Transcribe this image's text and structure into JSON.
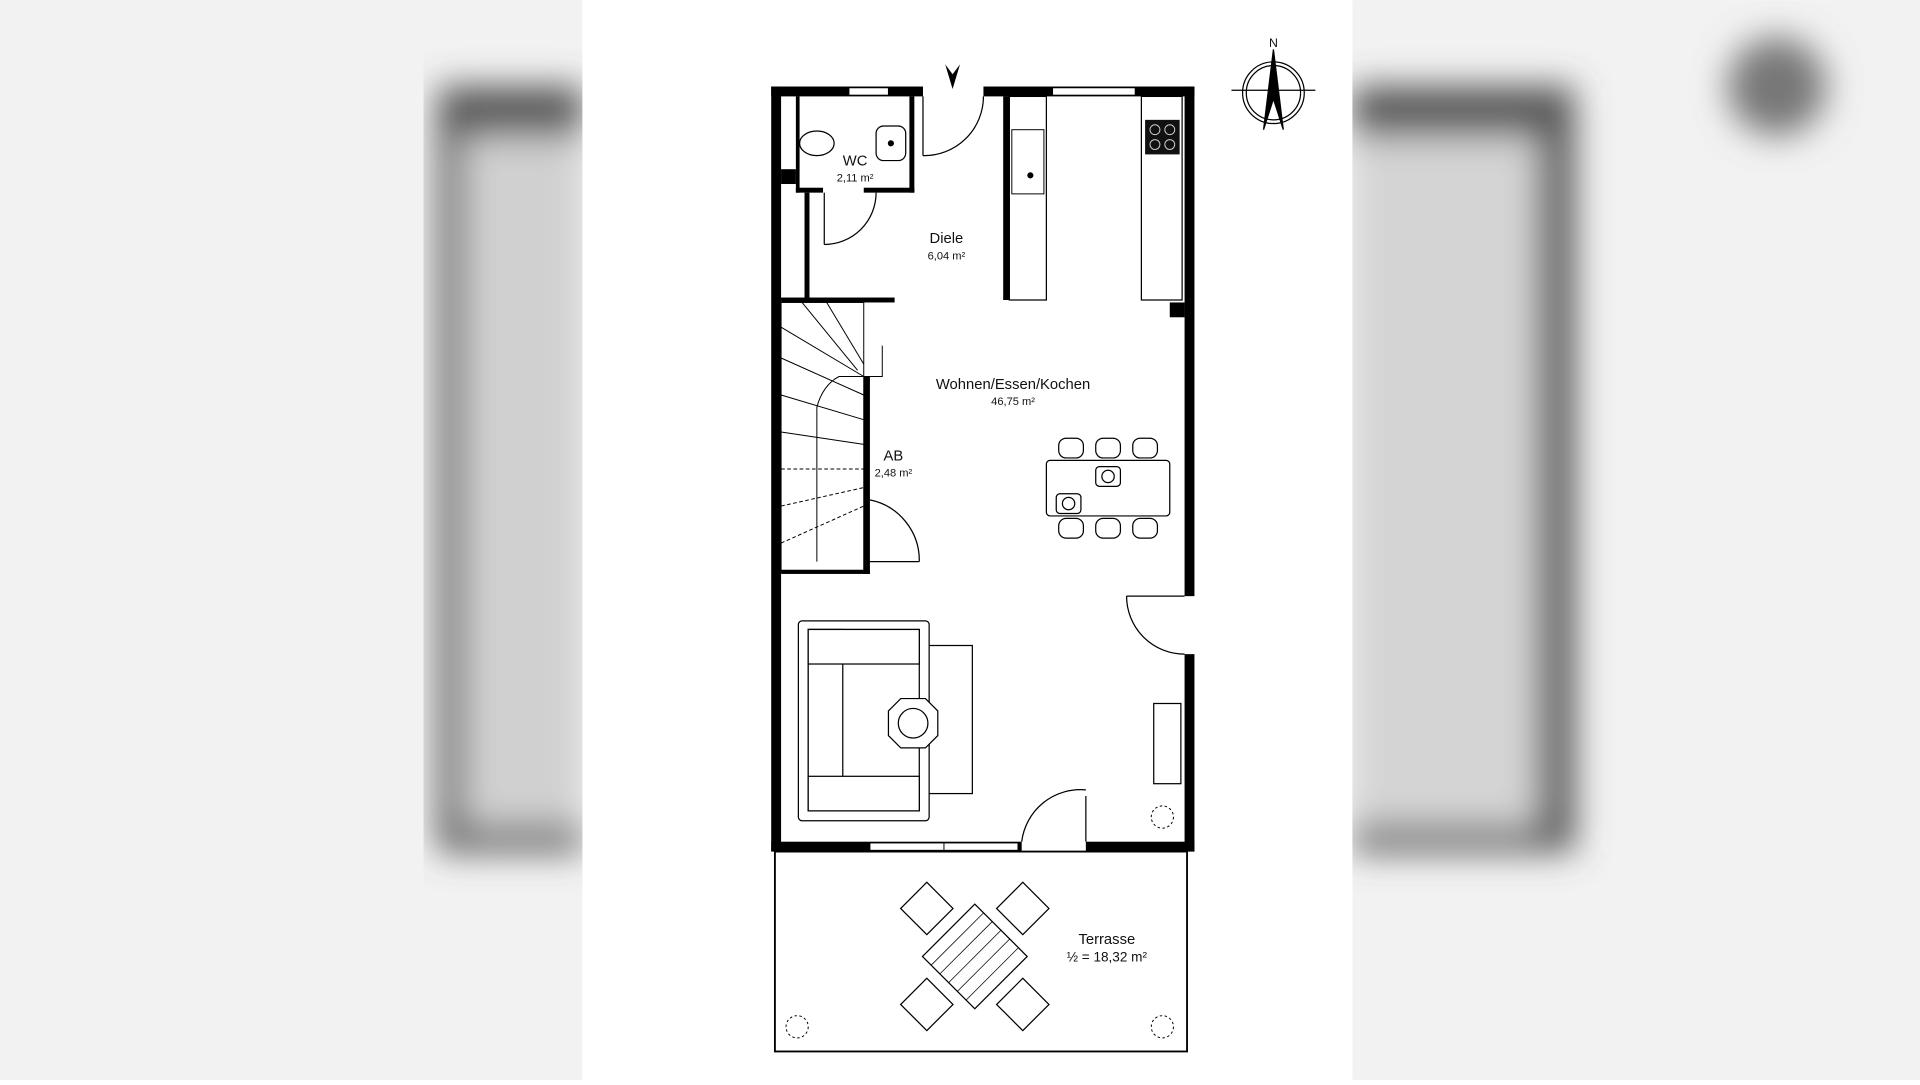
{
  "floorplan": {
    "rooms": [
      {
        "name": "WC",
        "area": "2,11 m²"
      },
      {
        "name": "Diele",
        "area": "6,04 m²"
      },
      {
        "name": "Wohnen/Essen/Kochen",
        "area": "46,75 m²"
      },
      {
        "name": "AB",
        "area": "2,48 m²"
      },
      {
        "name": "Terrasse",
        "area": "½ = 18,32 m²"
      }
    ],
    "compass_label": "N"
  },
  "colors": {
    "wall": "#000000",
    "background": "#ffffff",
    "side_blur": "#bdbdbd"
  }
}
